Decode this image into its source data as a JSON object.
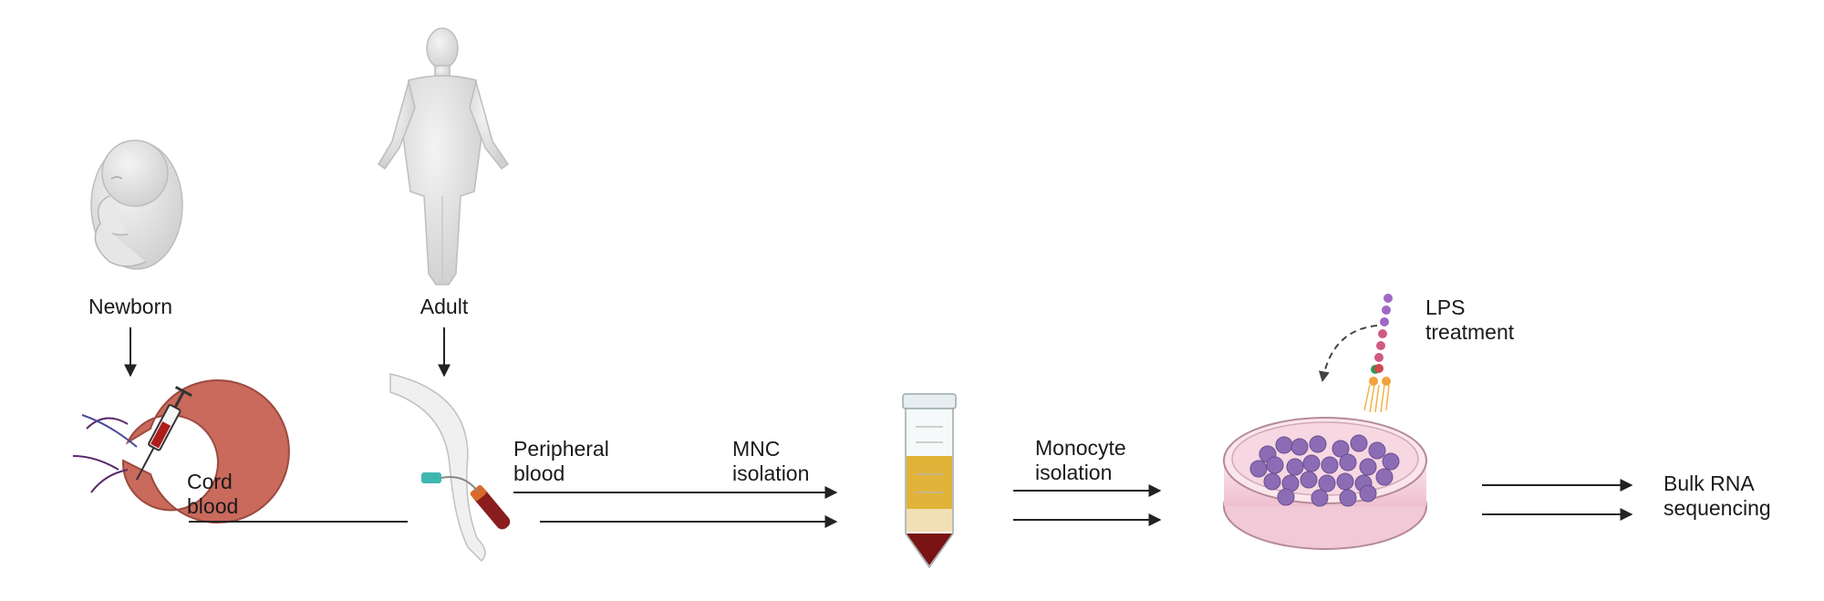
{
  "labels": {
    "newborn": "Newborn",
    "adult": "Adult",
    "cord_blood": [
      "Cord",
      "blood"
    ],
    "peripheral_blood": [
      "Peripheral",
      "blood"
    ],
    "mnc_isolation": [
      "MNC",
      "isolation"
    ],
    "monocyte_isolation": [
      "Monocyte",
      "isolation"
    ],
    "lps_treatment": [
      "LPS",
      "treatment"
    ],
    "bulk_rna_sequencing": [
      "Bulk RNA",
      "sequencing"
    ]
  },
  "icons": {
    "newborn": "fetus-icon",
    "adult": "human-body-icon",
    "cord": "placenta-syringe-icon",
    "peripheral": "arm-blood-draw-icon",
    "tube": "centrifuge-tube-icon",
    "dish": "petri-dish-cells-icon",
    "lps": "lps-molecule-icon"
  },
  "colors": {
    "arrow": "#222222",
    "skin": "#e4e4e4",
    "placenta": "#c96a5c",
    "blood": "#8a1d1d",
    "plasma": "#e1b338",
    "dish_media": "#f5d3dd",
    "cell": "#8c6db5"
  }
}
